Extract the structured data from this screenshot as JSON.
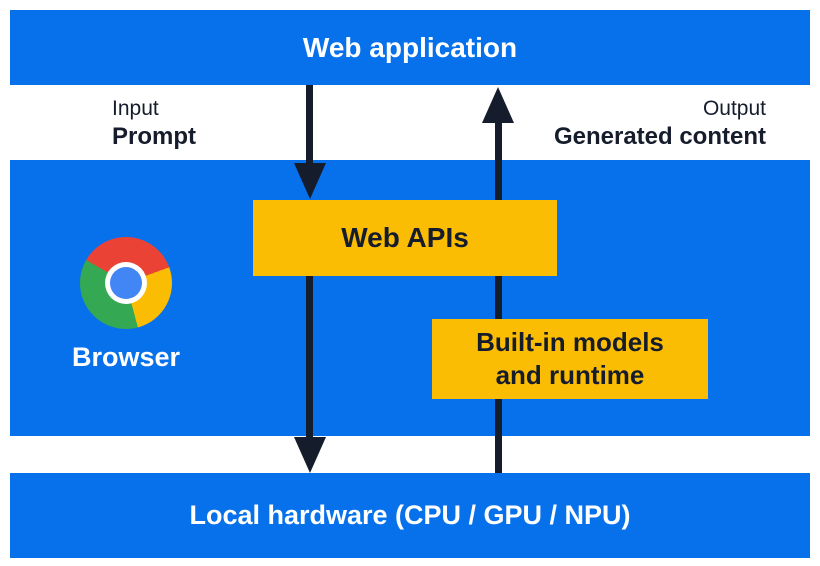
{
  "diagram": {
    "top_bar": {
      "label": "Web application"
    },
    "flow_labels": {
      "input_title": "Input",
      "input_value": "Prompt",
      "output_title": "Output",
      "output_value": "Generated content"
    },
    "browser": {
      "label": "Browser"
    },
    "boxes": {
      "web_apis": {
        "label": "Web APIs"
      },
      "builtin_models": {
        "line1": "Built-in models",
        "line2": "and runtime"
      }
    },
    "bottom_bar": {
      "label": "Local hardware (CPU / GPU / NPU)"
    },
    "arrows": {
      "down_flow": "web-application-to-local-hardware",
      "up_flow": "local-hardware-to-web-application"
    },
    "colors": {
      "blue": "#0771EC",
      "yellow": "#FBBC04",
      "navy": "#151C2C",
      "chrome_red": "#EA4335",
      "chrome_yellow": "#FBBC04",
      "chrome_green": "#34A853",
      "chrome_blue": "#4285F4",
      "white": "#FFFFFF"
    }
  }
}
